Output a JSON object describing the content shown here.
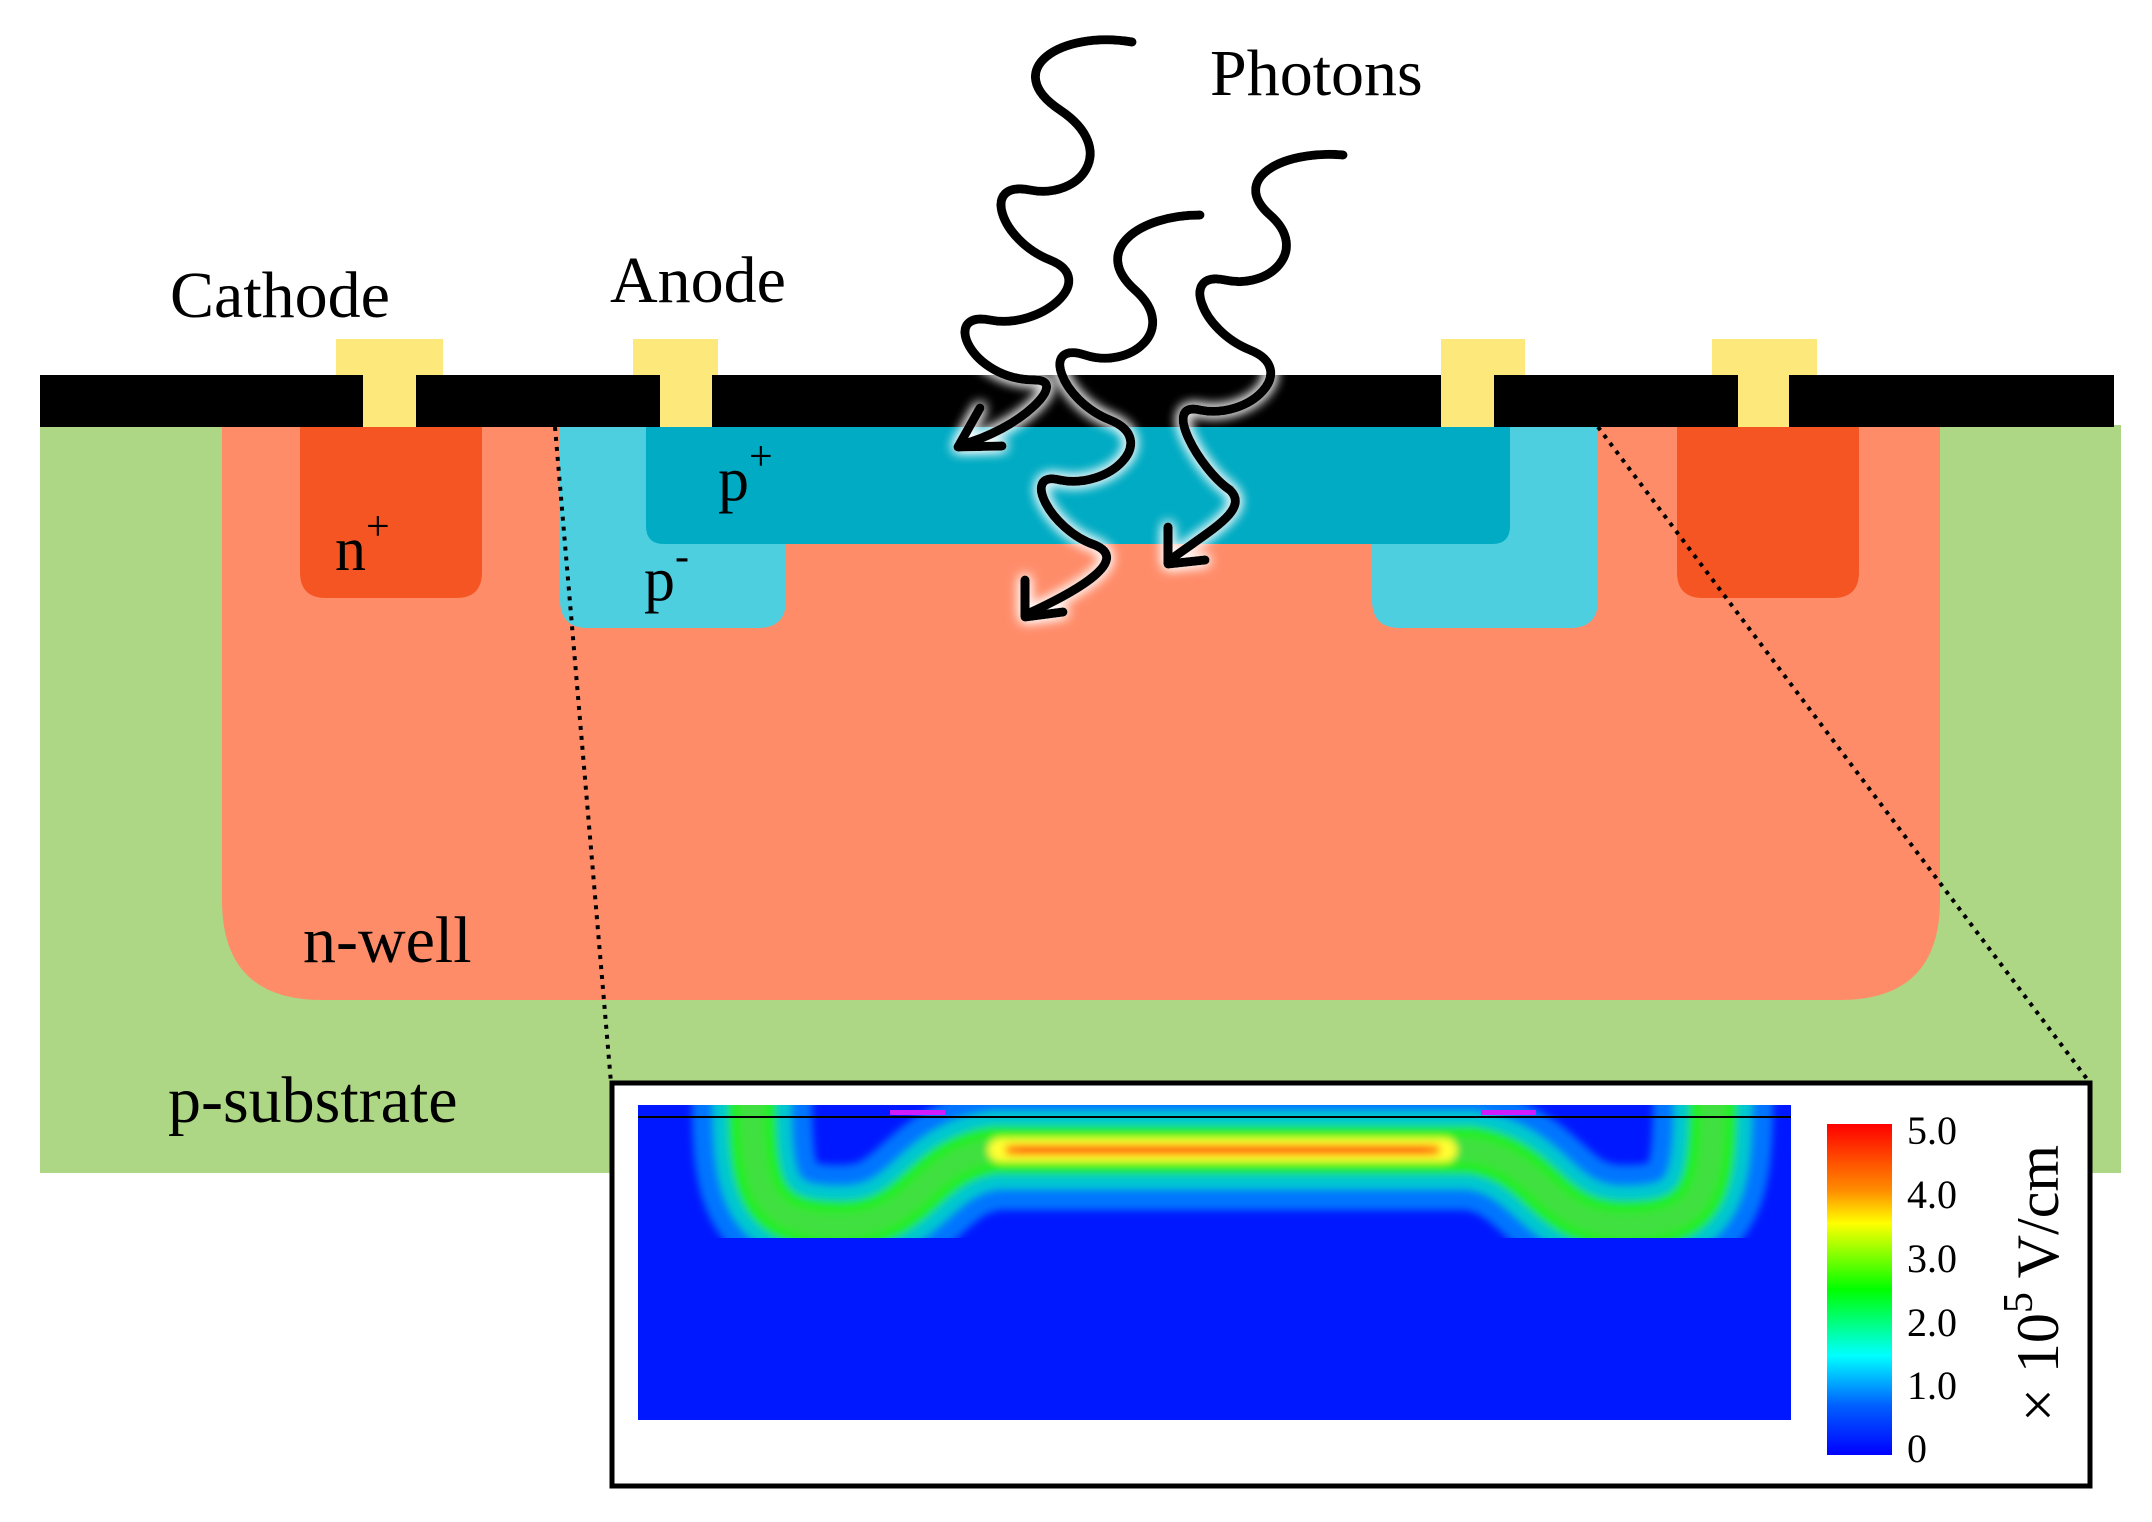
{
  "labels": {
    "photons": "Photons",
    "cathode": "Cathode",
    "anode": "Anode",
    "n_plus_base": "n",
    "n_plus_sup": "+",
    "p_plus_base": "p",
    "p_plus_sup": "+",
    "p_minus_base": "p",
    "p_minus_sup": "-",
    "n_well": "n-well",
    "p_substrate": "p-substrate"
  },
  "inset": {
    "colorbar_ticks": [
      "5.0",
      "4.0",
      "3.0",
      "2.0",
      "1.0",
      "0"
    ],
    "unit_times": "×",
    "unit_base": "10",
    "unit_exp": "5",
    "unit_rest": "V/cm",
    "colorbar_max": 5.0,
    "colorbar_min": 0
  },
  "colors": {
    "p_substrate": "#add685",
    "n_well": "#ff8c69",
    "n_plus": "#f45522",
    "p_plus": "#00abc3",
    "p_minus": "#4ecfe0",
    "contact": "#fde87c",
    "oxide": "#000000"
  }
}
